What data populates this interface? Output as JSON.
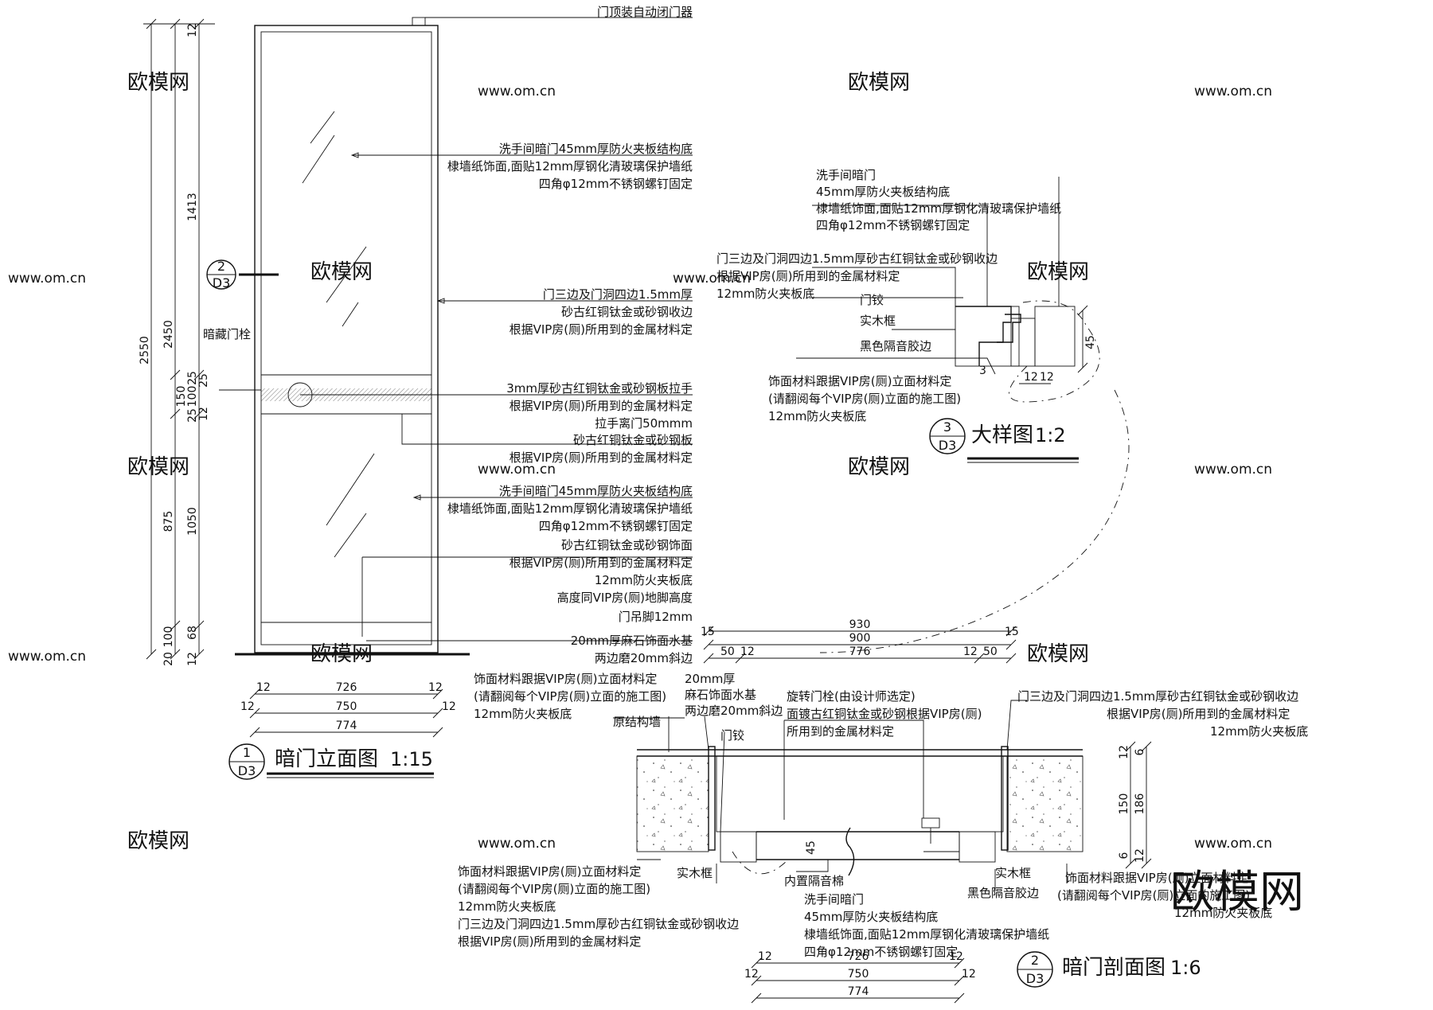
{
  "watermarks": {
    "brand": "欧模网",
    "url": "www.om.cn",
    "corner": "欧模网"
  },
  "elevation": {
    "title": "暗门立面图",
    "scale": "1:15",
    "bubble": {
      "num": "1",
      "ref": "D3"
    },
    "section_marker": {
      "num": "2",
      "ref": "D3"
    },
    "labels": {
      "closer": "门顶装自动闭门器",
      "panel_upper": [
        "洗手间暗门45mm厚防火夹板结构底",
        "棣墙纸饰面,面贴12mm厚钢化清玻璃保护墙纸",
        "四角φ12mm不锈钢螺钉固定"
      ],
      "trim": [
        "门三边及门洞四边1.5mm厚",
        "砂古红铜钛金或砂钢收边",
        "根据VIP房(厕)所用到的金属材料定"
      ],
      "bolt": "暗藏门栓",
      "handle": [
        "3mm厚砂古红铜钛金或砂钢板拉手",
        "根据VIP房(厕)所用到的金属材料定",
        "拉手离门50mmm"
      ],
      "plate": [
        "砂古红铜钛金或砂钢板",
        "根据VIP房(厕)所用到的金属材料定"
      ],
      "panel_lower": [
        "洗手间暗门45mm厚防火夹板结构底",
        "棣墙纸饰面,面贴12mm厚钢化清玻璃保护墙纸",
        "四角φ12mm不锈钢螺钉固定"
      ],
      "base": [
        "砂古红铜钛金或砂钢饰面",
        "根据VIP房(厕)所用到的金属材料定",
        "12mm防火夹板底",
        "高度同VIP房(厕)地脚高度"
      ],
      "foot": "门吊脚12mm",
      "stone": [
        "20mm厚麻石饰面水基",
        "两边磨20mm斜边"
      ]
    },
    "dims_left": {
      "total": "2550",
      "door": "2450",
      "top": "12",
      "upper": "1413",
      "mid_a": "25",
      "mid_b": "100",
      "mid_c": "25",
      "mid_d": "150",
      "mid_e": "12",
      "mid_f": "25",
      "lower_a": "875",
      "lower_b": "1050",
      "bot_a": "100",
      "bot_b": "68",
      "bot_c": "20",
      "bot_d": "12"
    },
    "dims_bottom": {
      "a": "726",
      "b": "750",
      "c": "774",
      "l1": "12",
      "r1": "12",
      "l2": "12",
      "r2": "12"
    }
  },
  "detail": {
    "title": "大样图",
    "scale": "1:2",
    "bubble": {
      "num": "3",
      "ref": "D3"
    },
    "labels": {
      "door": [
        "洗手间暗门",
        "45mm厚防火夹板结构底",
        "棣墙纸饰面,面贴12mm厚钢化清玻璃保护墙纸",
        "四角φ12mm不锈钢螺钉固定"
      ],
      "trim": [
        "门三边及门洞四边1.5mm厚砂古红铜钛金或砂钢收边",
        "根据VIP房(厕)所用到的金属材料定",
        "12mm防火夹板底"
      ],
      "hinge": "门铰",
      "frame": "实木框",
      "strip": "黑色隔音胶边",
      "finish": [
        "饰面材料跟据VIP房(厕)立面材料定",
        "(请翻阅每个VIP房(厕)立面的施工图)",
        "12mm防火夹板底"
      ]
    },
    "dims": {
      "h": "45",
      "a": "12",
      "b": "12",
      "c": "3"
    }
  },
  "section": {
    "title": "暗门剖面图",
    "scale": "1:6",
    "bubble": {
      "num": "2",
      "ref": "D3"
    },
    "dims_top": {
      "total": "930",
      "inner": "900",
      "panel": "776",
      "l15": "15",
      "r15": "15",
      "l50": "50",
      "l12": "12",
      "r12": "12",
      "r50": "50"
    },
    "dims_right": {
      "a": "150",
      "b": "186",
      "t1": "12",
      "t2": "6",
      "b1": "6",
      "b2": "12"
    },
    "dims_bottom": {
      "a": "726",
      "b": "750",
      "c": "774",
      "l1": "12",
      "r1": "12",
      "l2": "12",
      "r2": "12"
    },
    "dim_inner": "45",
    "labels": {
      "finish_top": [
        "饰面材料跟据VIP房(厕)立面材料定",
        "(请翻阅每个VIP房(厕)立面的施工图)",
        "12mm防火夹板底"
      ],
      "stone": [
        "20mm厚",
        "麻石饰面水基",
        "两边磨20mm斜边"
      ],
      "bolt": [
        "旋转门栓(由设计师选定)",
        "面镀古红铜钛金或砂钢根据VIP房(厕)",
        "所用到的金属材料定"
      ],
      "trim_right": [
        "门三边及门洞四边1.5mm厚砂古红铜钛金或砂钢收边",
        "根据VIP房(厕)所用到的金属材料定",
        "12mm防火夹板底"
      ],
      "wall": "原结构墙",
      "hinge": "门铰",
      "frame_left": "实木框",
      "frame_right": "实木框",
      "insulation": "内置隔音棉",
      "strip": "黑色隔音胶边",
      "finish_left": [
        "饰面材料跟据VIP房(厕)立面材料定",
        "(请翻阅每个VIP房(厕)立面的施工图)",
        "12mm防火夹板底",
        "门三边及门洞四边1.5mm厚砂古红铜钛金或砂钢收边",
        "根据VIP房(厕)所用到的金属材料定"
      ],
      "door": [
        "洗手间暗门",
        "45mm厚防火夹板结构底",
        "棣墙纸饰面,面贴12mm厚钢化清玻璃保护墙纸",
        "四角φ12mm不锈钢螺钉固定"
      ],
      "finish_right": [
        "饰面材料跟据VIP房(厕)立面材料定",
        "(请翻阅每个VIP房(厕)立面的施工图)",
        "12mm防火夹板底"
      ]
    }
  }
}
